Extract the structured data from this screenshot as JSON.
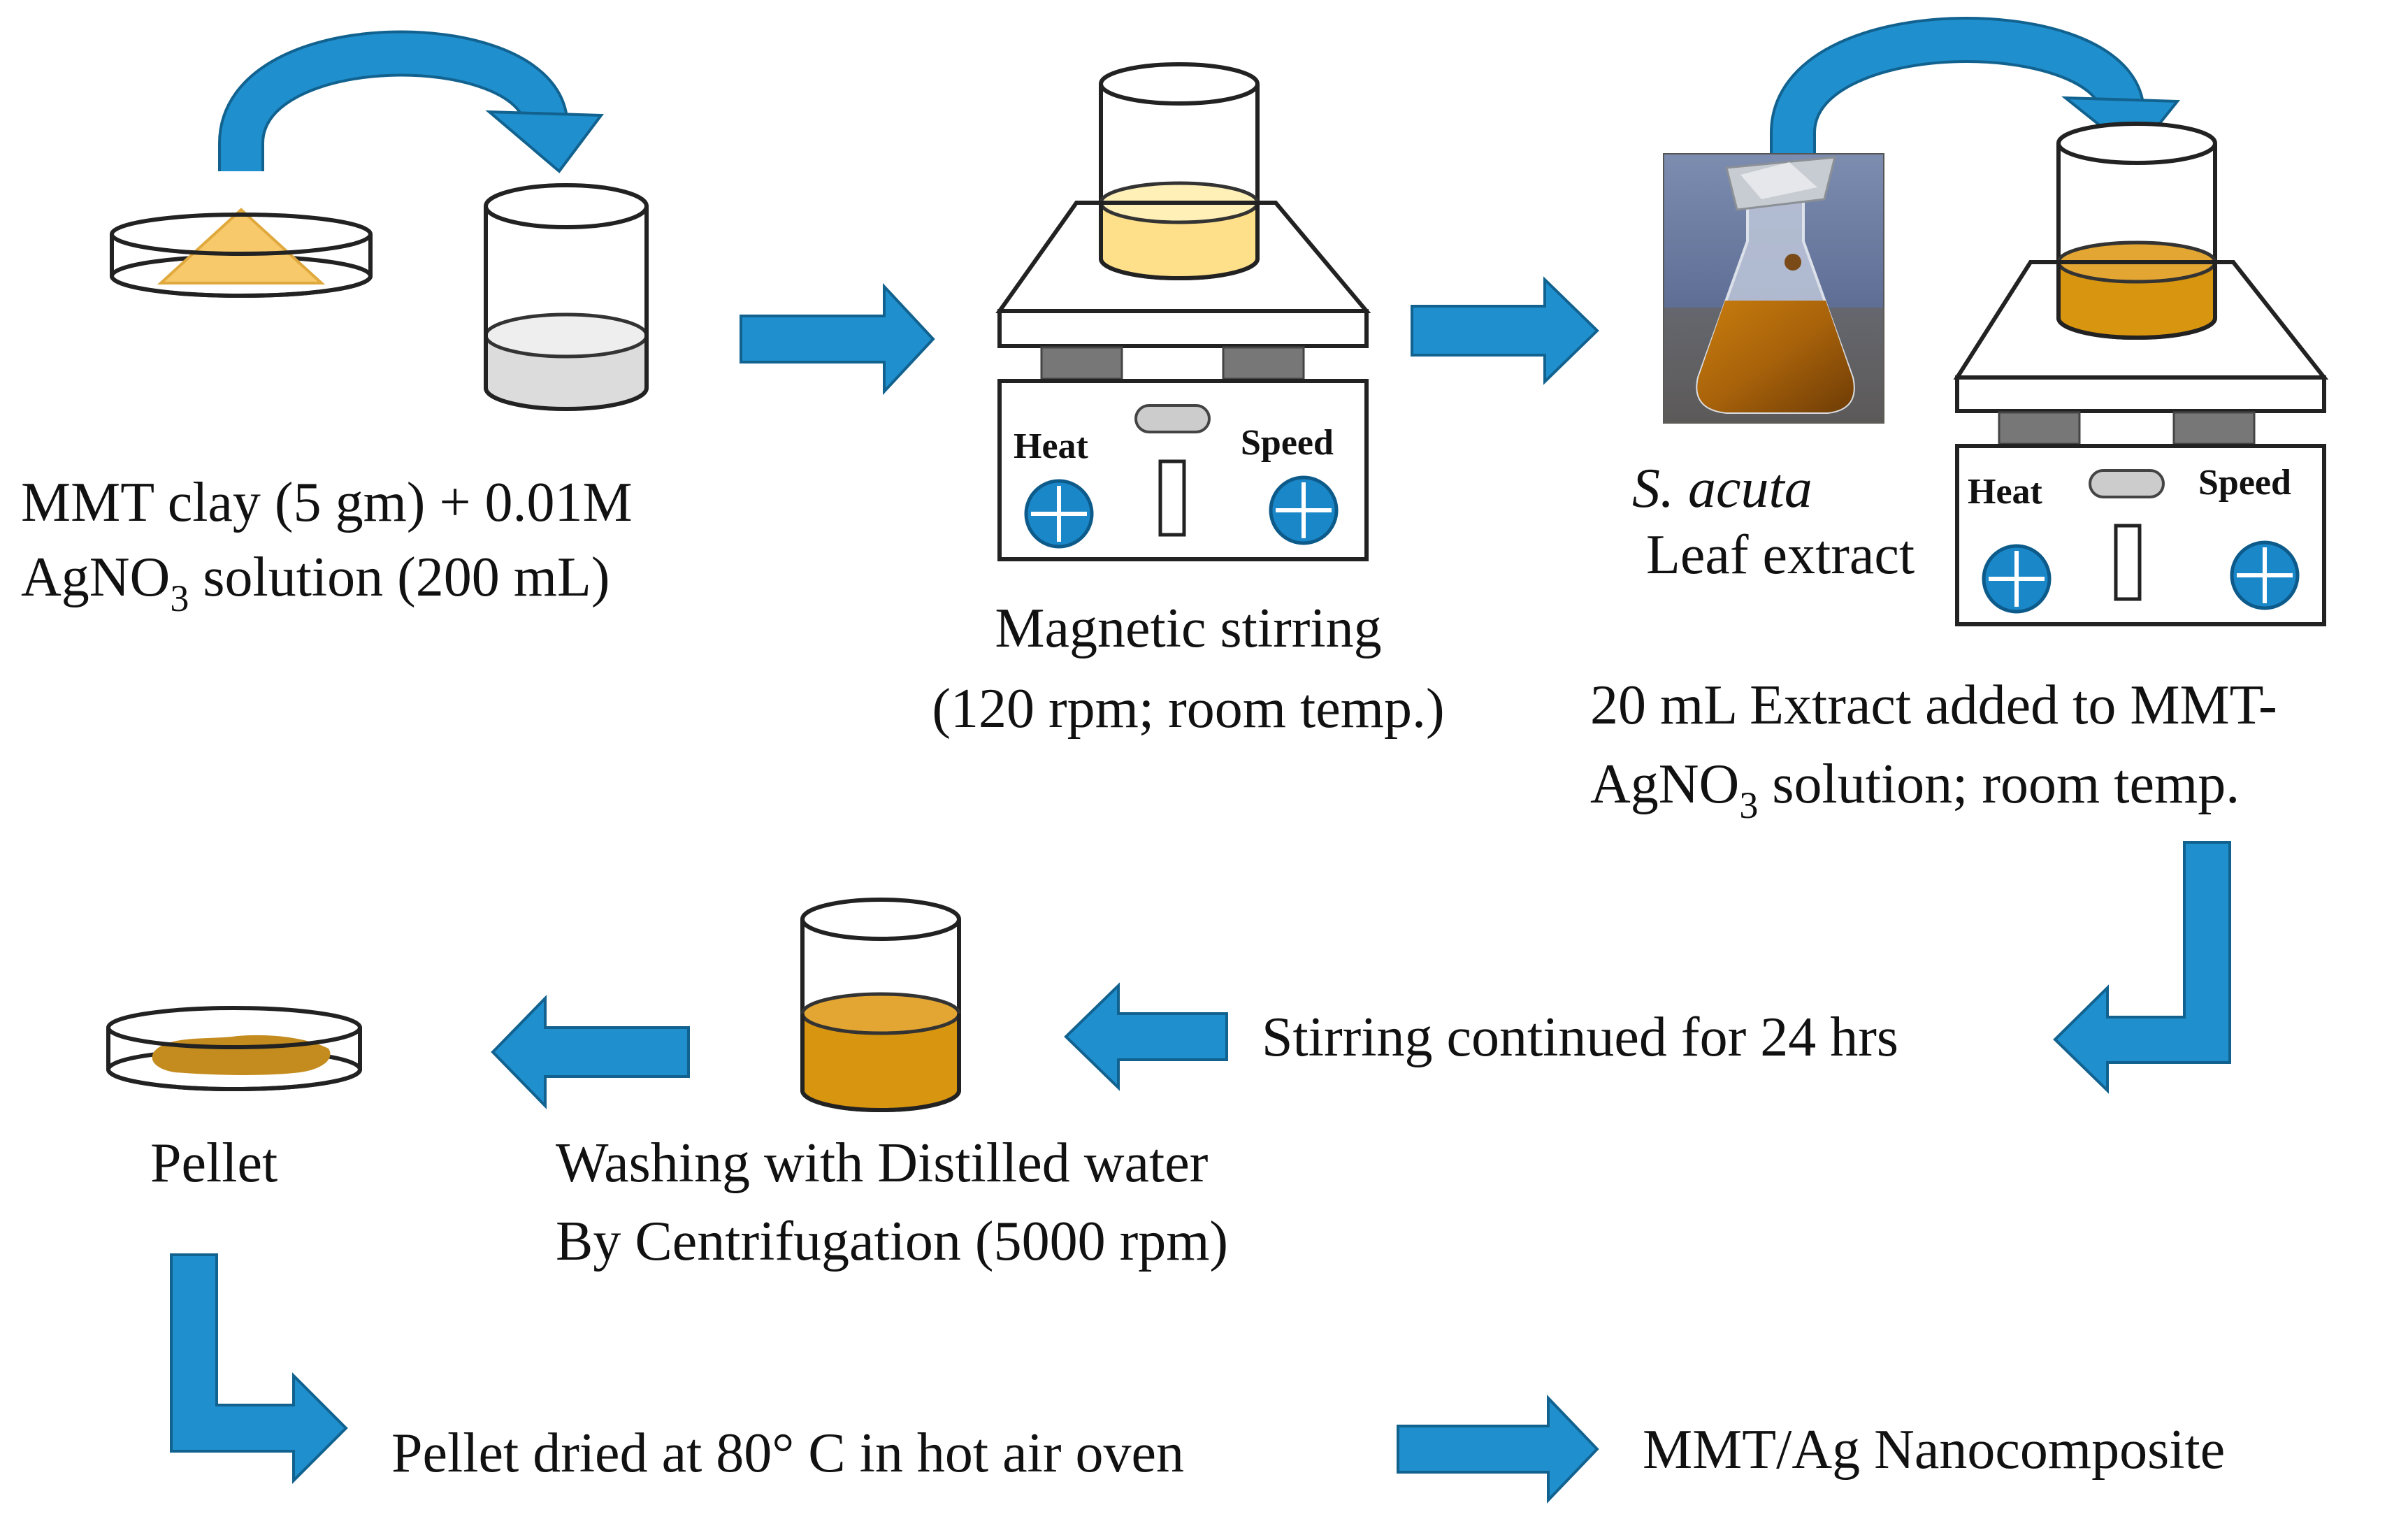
{
  "colors": {
    "arrow": "#1f8fce",
    "arrow_stroke": "#12628f",
    "liquid_clear": "#dcdcdc",
    "liquid_pale": "#ffe08a",
    "liquid_amber": "#d89510",
    "clay_powder": "#f7c96a",
    "pellet": "#c48c1e",
    "knob": "#1a87c9"
  },
  "steps": {
    "step1": {
      "line1": "MMT clay (5 gm) +  0.01M",
      "line2_pre": "AgNO",
      "line2_sub": "3",
      "line2_post": " solution (200 mL)"
    },
    "step2": {
      "line1": "Magnetic stirring",
      "line2": "(120 rpm; room temp.)"
    },
    "extract": {
      "species": "S. acuta",
      "line2": "Leaf extract"
    },
    "step3": {
      "line1": "20 mL Extract added to MMT-",
      "line2_pre": "AgNO",
      "line2_sub": "3",
      "line2_post": "  solution; room temp."
    },
    "step4": {
      "text": "Stirring continued for 24 hrs"
    },
    "step5": {
      "line1": "Washing with Distilled water",
      "line2": "By Centrifugation (5000 rpm)"
    },
    "step6": {
      "text": "Pellet"
    },
    "step7": {
      "text": "Pellet dried at 80° C in hot air oven"
    },
    "step8": {
      "text": "MMT/Ag Nanocomposite"
    }
  },
  "stirrers": {
    "heat_label": "Heat",
    "speed_label": "Speed"
  },
  "icons": [
    "petri-dish-icon",
    "beaker-icon",
    "magnetic-stirrer-icon",
    "flask-photo-icon",
    "block-arrow-icon"
  ]
}
